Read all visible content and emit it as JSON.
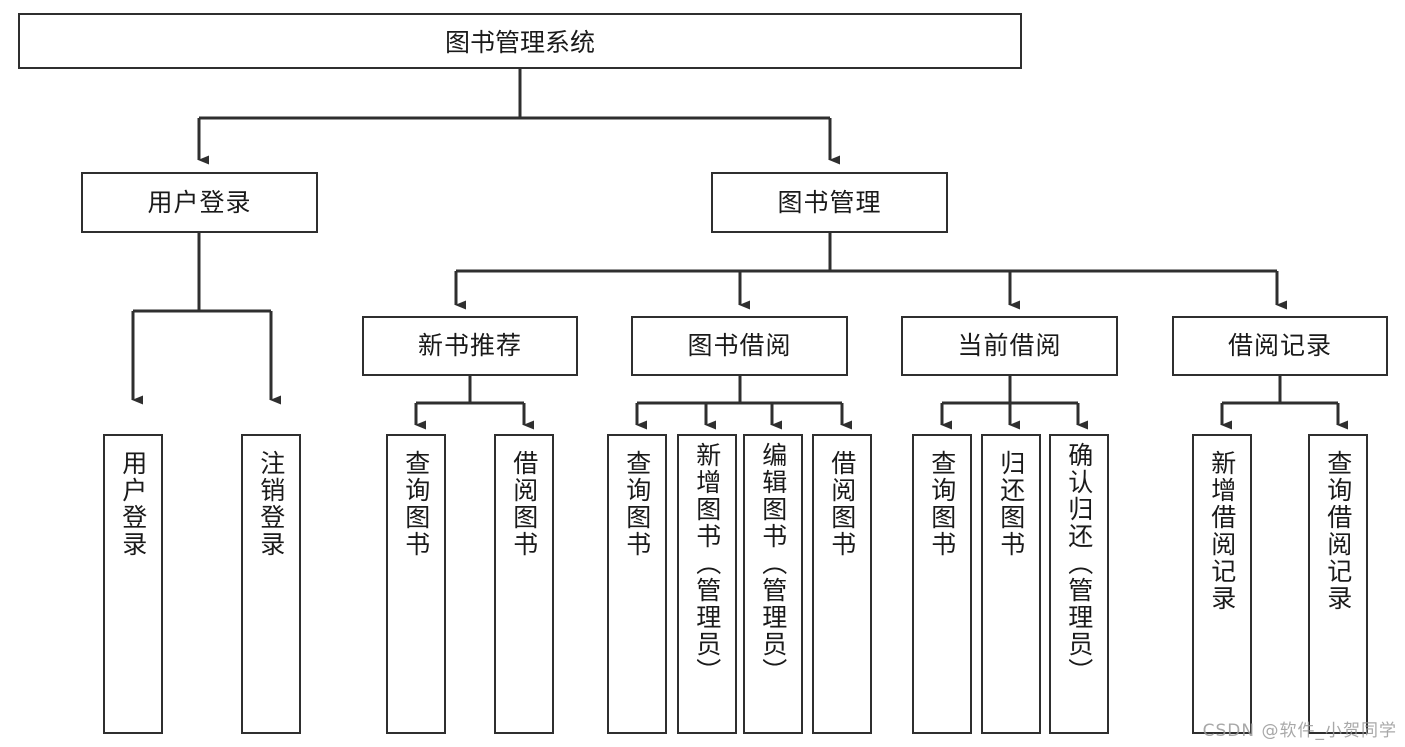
{
  "diagram": {
    "title": "图书管理系统",
    "type": "tree-hierarchy-chart",
    "watermark": "CSDN @软件_小贺同学",
    "colors": {
      "box_border": "#2f2f2f",
      "box_fill": "#ffffff",
      "connector": "#2f2f2f",
      "text": "#1a1a1a",
      "watermark": "#9a9a9a",
      "background": "#ffffff"
    },
    "root": {
      "label": "图书管理系统"
    },
    "level2": [
      {
        "id": "user-login",
        "label": "用户登录"
      },
      {
        "id": "book-management",
        "label": "图书管理"
      }
    ],
    "level3": [
      {
        "id": "new-book-recommend",
        "label": "新书推荐",
        "parent": "book-management"
      },
      {
        "id": "book-borrow",
        "label": "图书借阅",
        "parent": "book-management"
      },
      {
        "id": "current-borrow",
        "label": "当前借阅",
        "parent": "book-management"
      },
      {
        "id": "borrow-record",
        "label": "借阅记录",
        "parent": "book-management"
      }
    ],
    "leaves": {
      "user_login": [
        {
          "id": "leaf-user-login",
          "label": "用户登录"
        },
        {
          "id": "leaf-logout-login",
          "label": "注销登录"
        }
      ],
      "new_book_recommend": [
        {
          "id": "leaf-query-book-1",
          "label": "查询图书"
        },
        {
          "id": "leaf-borrow-book-1",
          "label": "借阅图书"
        }
      ],
      "book_borrow": [
        {
          "id": "leaf-query-book-2",
          "label": "查询图书"
        },
        {
          "id": "leaf-add-book",
          "label": "新增图书（管理员）"
        },
        {
          "id": "leaf-edit-book",
          "label": "编辑图书（管理员）"
        },
        {
          "id": "leaf-borrow-book-2",
          "label": "借阅图书"
        }
      ],
      "current_borrow": [
        {
          "id": "leaf-query-book-3",
          "label": "查询图书"
        },
        {
          "id": "leaf-return-book",
          "label": "归还图书"
        },
        {
          "id": "leaf-confirm-return",
          "label": "确认归还（管理员）"
        }
      ],
      "borrow_record": [
        {
          "id": "leaf-add-record",
          "label": "新增借阅记录"
        },
        {
          "id": "leaf-query-record",
          "label": "查询借阅记录"
        }
      ]
    }
  }
}
